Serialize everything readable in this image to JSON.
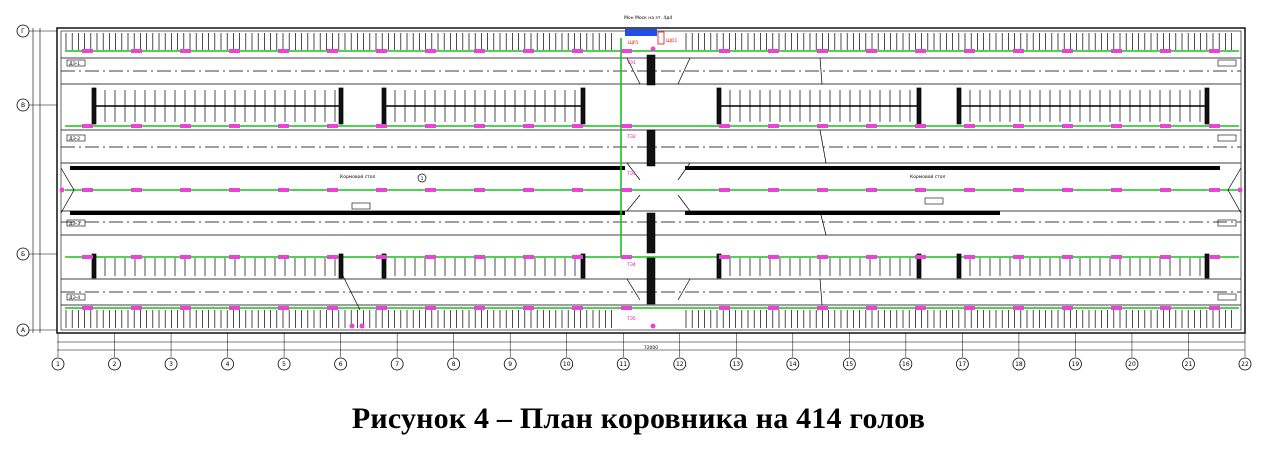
{
  "caption": "Рисунок 4 – План коровника на 414 голов",
  "plan": {
    "top_note": "Мон Моск на эт. 4д4",
    "feed_alley_label_left": "Кормовой стол",
    "feed_alley_label_right": "Кормовой стол",
    "room_labels": [
      "ТЭ1",
      "ТЭ2",
      "ТЭ3",
      "ТЭ4",
      "ТЭ5"
    ],
    "box_tags": [
      "ДЭ-1",
      "ДЭ-2",
      "ДЭ-3",
      "ДЭ-4"
    ],
    "red_tags": [
      "ЩР1",
      "ЩО1"
    ],
    "column_axes": [
      "1",
      "2",
      "3",
      "4",
      "5",
      "6",
      "7",
      "8",
      "9",
      "10",
      "11",
      "12",
      "13",
      "14",
      "15",
      "16",
      "17",
      "18",
      "19",
      "20",
      "21",
      "22"
    ],
    "row_axes": [
      "Г",
      "В",
      "Б",
      "А"
    ],
    "marker_circle": "1",
    "dim_total": "72000"
  },
  "colors": {
    "lines": "#000000",
    "green_line": "#17c21b",
    "magenta_fixture": "#e844d8",
    "blue_panel": "#1f4fe8",
    "red_panel": "#e01010"
  }
}
